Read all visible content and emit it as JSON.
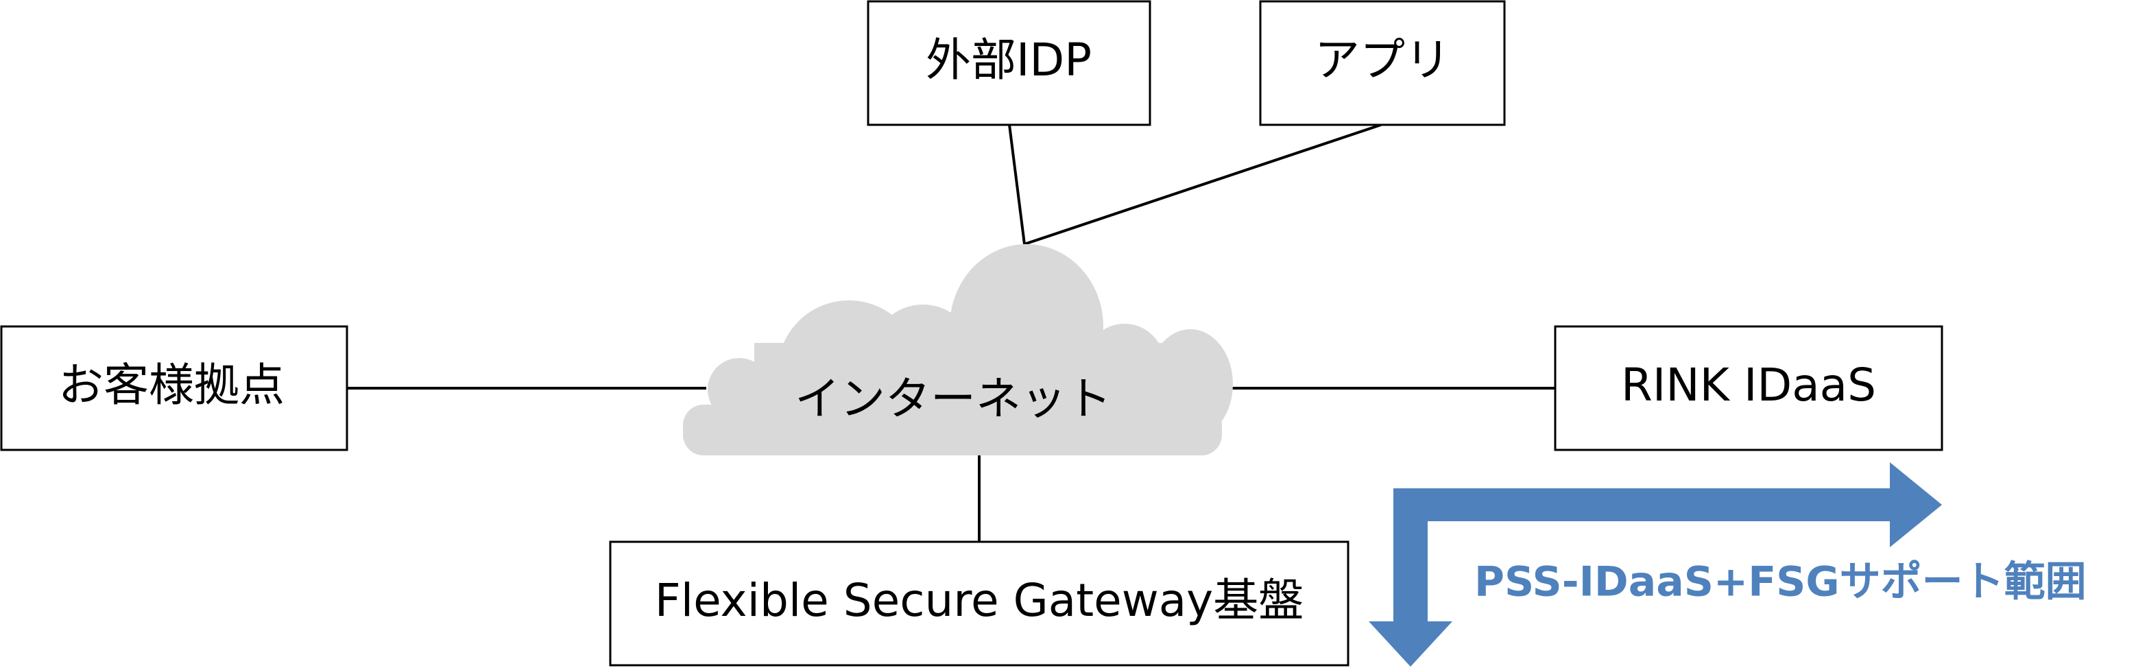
{
  "nodes": {
    "external_idp": "外部IDP",
    "app": "アプリ",
    "customer_site": "お客様拠点",
    "internet": "インターネット",
    "rink_idaas": "RINK IDaaS",
    "fsg_platform": "Flexible Secure Gateway基盤"
  },
  "support_scope": {
    "label": "PSS-IDaaS+FSGサポート範囲"
  },
  "colors": {
    "box_border": "#000000",
    "cloud_fill": "#d9d9d9",
    "connector": "#000000",
    "scope_arrow": "#4f81bd",
    "scope_text": "#4f81bd"
  }
}
